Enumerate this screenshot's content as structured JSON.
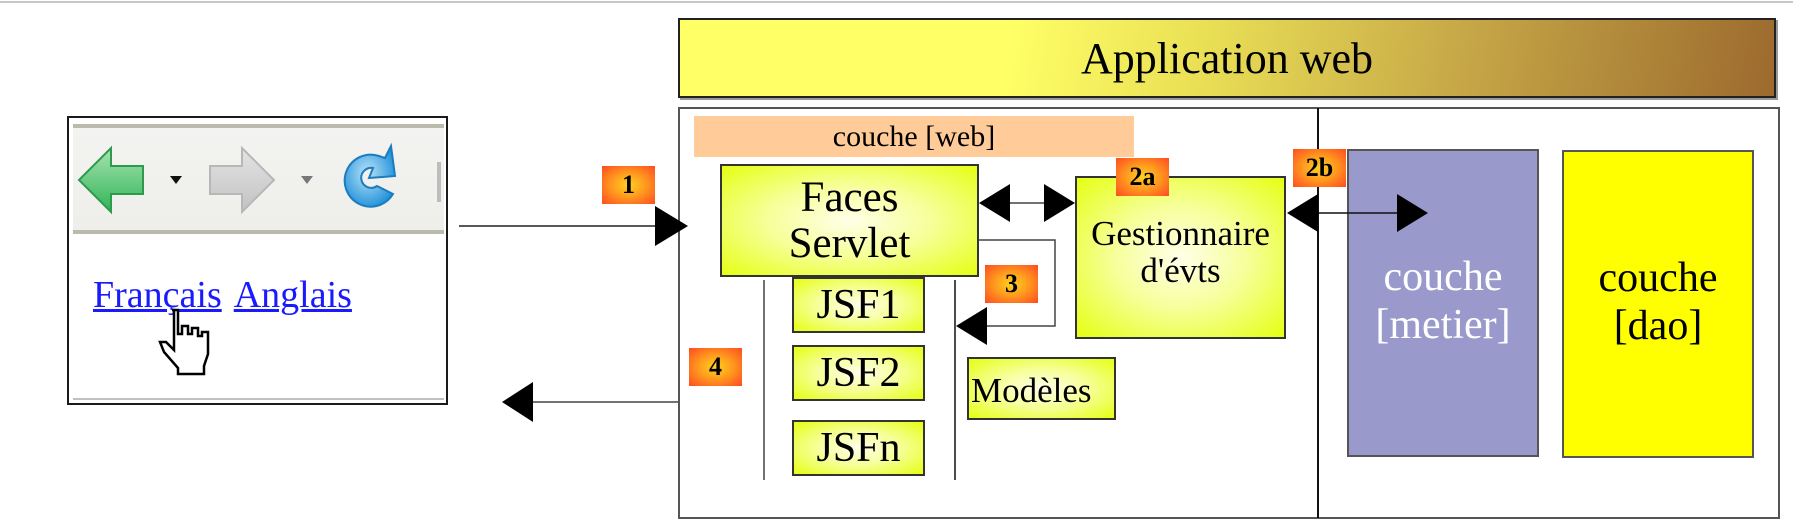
{
  "diagram": {
    "title": "Application web",
    "browser": {
      "toolbar_icons": [
        "back-arrow-icon",
        "dropdown-icon",
        "forward-arrow-icon",
        "dropdown-icon",
        "reload-icon"
      ],
      "links": [
        {
          "label": "Français"
        },
        {
          "label": "Anglais"
        }
      ],
      "cursor": "hand-pointer-icon"
    },
    "web_layer": {
      "label": "couche [web]",
      "faces_servlet": "Faces\nServlet",
      "faces_lines": [
        "Faces",
        "Servlet"
      ],
      "event_handler_lines": [
        "Gestionnaire",
        "d'évts"
      ],
      "views": [
        "JSF1",
        "JSF2",
        "JSFn"
      ],
      "models": "Modèles"
    },
    "business_layer": {
      "lines": [
        "couche",
        "[metier]"
      ]
    },
    "dao_layer": {
      "lines": [
        "couche",
        "[dao]"
      ]
    },
    "steps": [
      "1",
      "2a",
      "2b",
      "3",
      "4"
    ],
    "colors": {
      "title_gradient_start": "#ffff66",
      "title_gradient_end": "#9c6a2e",
      "web_layer_bar": "#ffcc99",
      "component_yellow": "#e5ff12",
      "business_layer": "#9999cc",
      "dao_layer": "#ffff00",
      "badge": "#ff4a22",
      "link": "#1a1aff"
    }
  }
}
